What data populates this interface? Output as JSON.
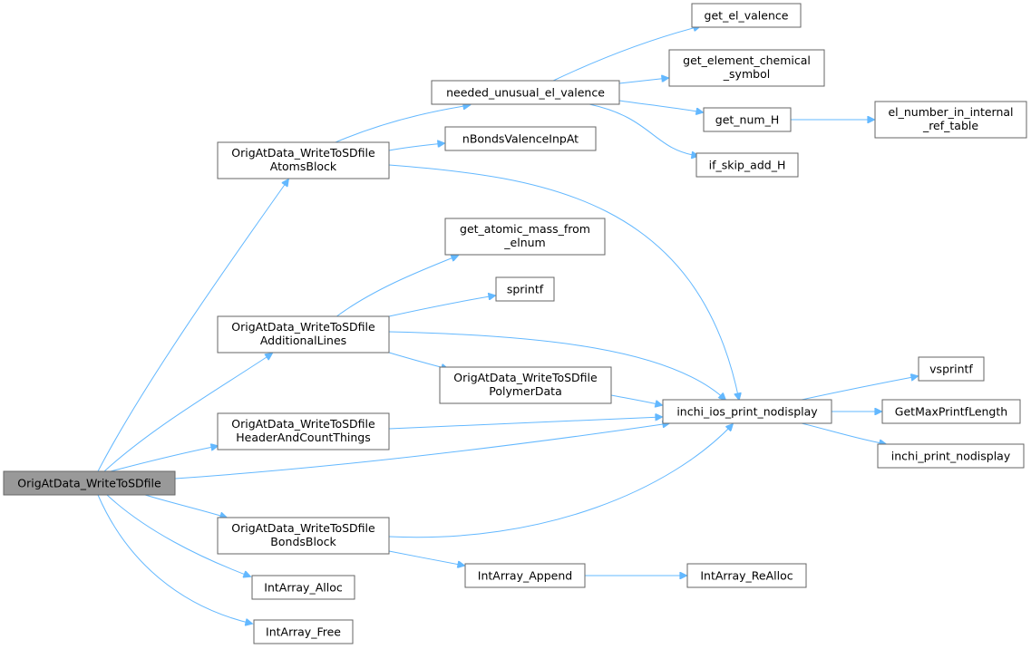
{
  "colors": {
    "edge": "#63b8ff",
    "node_fill": "#ffffff",
    "node_stroke": "#666666",
    "root_fill": "#999999"
  },
  "nodes": {
    "root": {
      "lines": [
        "OrigAtData_WriteToSDfile"
      ]
    },
    "atoms": {
      "lines": [
        "OrigAtData_WriteToSDfile",
        "AtomsBlock"
      ]
    },
    "additional": {
      "lines": [
        "OrigAtData_WriteToSDfile",
        "AdditionalLines"
      ]
    },
    "header": {
      "lines": [
        "OrigAtData_WriteToSDfile",
        "HeaderAndCountThings"
      ]
    },
    "bonds": {
      "lines": [
        "OrigAtData_WriteToSDfile",
        "BondsBlock"
      ]
    },
    "alloc": {
      "lines": [
        "IntArray_Alloc"
      ]
    },
    "free": {
      "lines": [
        "IntArray_Free"
      ]
    },
    "needed": {
      "lines": [
        "needed_unusual_el_valence"
      ]
    },
    "nbonds": {
      "lines": [
        "nBondsValenceInpAt"
      ]
    },
    "atomicmass": {
      "lines": [
        "get_atomic_mass_from",
        "_elnum"
      ]
    },
    "sprintf": {
      "lines": [
        "sprintf"
      ]
    },
    "polymer": {
      "lines": [
        "OrigAtData_WriteToSDfile",
        "PolymerData"
      ]
    },
    "iosprint": {
      "lines": [
        "inchi_ios_print_nodisplay"
      ]
    },
    "append": {
      "lines": [
        "IntArray_Append"
      ]
    },
    "realloc": {
      "lines": [
        "IntArray_ReAlloc"
      ]
    },
    "valence": {
      "lines": [
        "get_el_valence"
      ]
    },
    "chemsym": {
      "lines": [
        "get_element_chemical",
        "_symbol"
      ]
    },
    "numh": {
      "lines": [
        "get_num_H"
      ]
    },
    "skiph": {
      "lines": [
        "if_skip_add_H"
      ]
    },
    "elnumber": {
      "lines": [
        "el_number_in_internal",
        "_ref_table"
      ]
    },
    "vsprintf": {
      "lines": [
        "vsprintf"
      ]
    },
    "getmax": {
      "lines": [
        "GetMaxPrintfLength"
      ]
    },
    "printnd": {
      "lines": [
        "inchi_print_nodisplay"
      ]
    }
  }
}
